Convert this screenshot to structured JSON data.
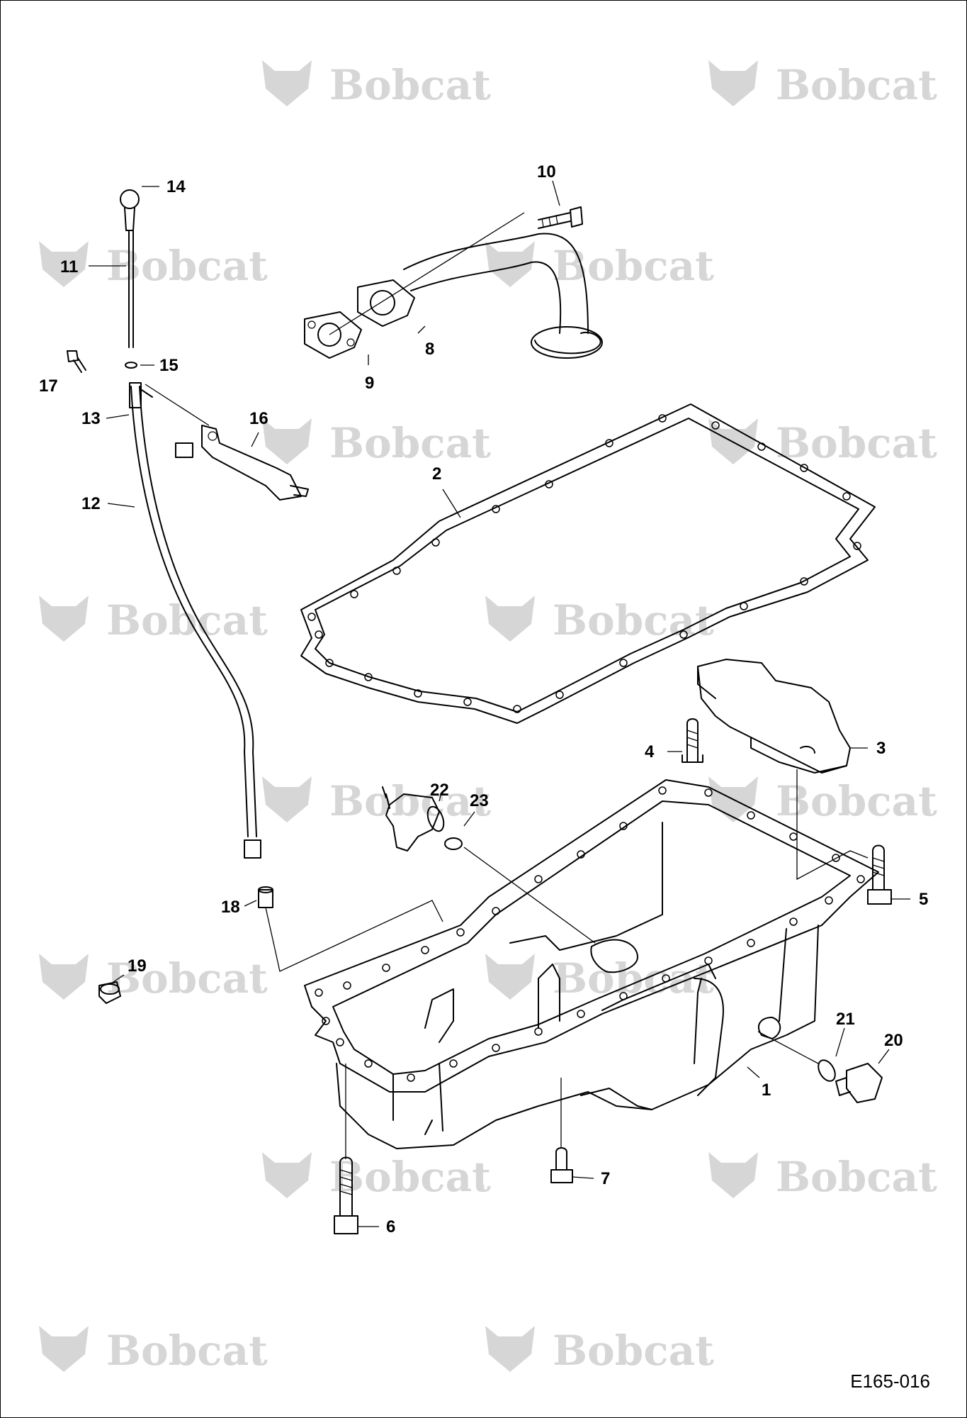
{
  "drawing_number": "E165-016",
  "watermark": {
    "text": "Bobcat",
    "color": "#d6d6d6",
    "registered_mark": "®"
  },
  "callouts": [
    {
      "id": "1",
      "label": "1"
    },
    {
      "id": "2",
      "label": "2"
    },
    {
      "id": "3",
      "label": "3"
    },
    {
      "id": "4",
      "label": "4"
    },
    {
      "id": "5",
      "label": "5"
    },
    {
      "id": "6",
      "label": "6"
    },
    {
      "id": "7",
      "label": "7"
    },
    {
      "id": "8",
      "label": "8"
    },
    {
      "id": "9",
      "label": "9"
    },
    {
      "id": "10",
      "label": "10"
    },
    {
      "id": "11",
      "label": "11"
    },
    {
      "id": "12",
      "label": "12"
    },
    {
      "id": "13",
      "label": "13"
    },
    {
      "id": "14",
      "label": "14"
    },
    {
      "id": "15",
      "label": "15"
    },
    {
      "id": "16",
      "label": "16"
    },
    {
      "id": "17",
      "label": "17"
    },
    {
      "id": "18",
      "label": "18"
    },
    {
      "id": "19",
      "label": "19"
    },
    {
      "id": "20",
      "label": "20"
    },
    {
      "id": "21",
      "label": "21"
    },
    {
      "id": "22",
      "label": "22"
    },
    {
      "id": "23",
      "label": "23"
    }
  ]
}
